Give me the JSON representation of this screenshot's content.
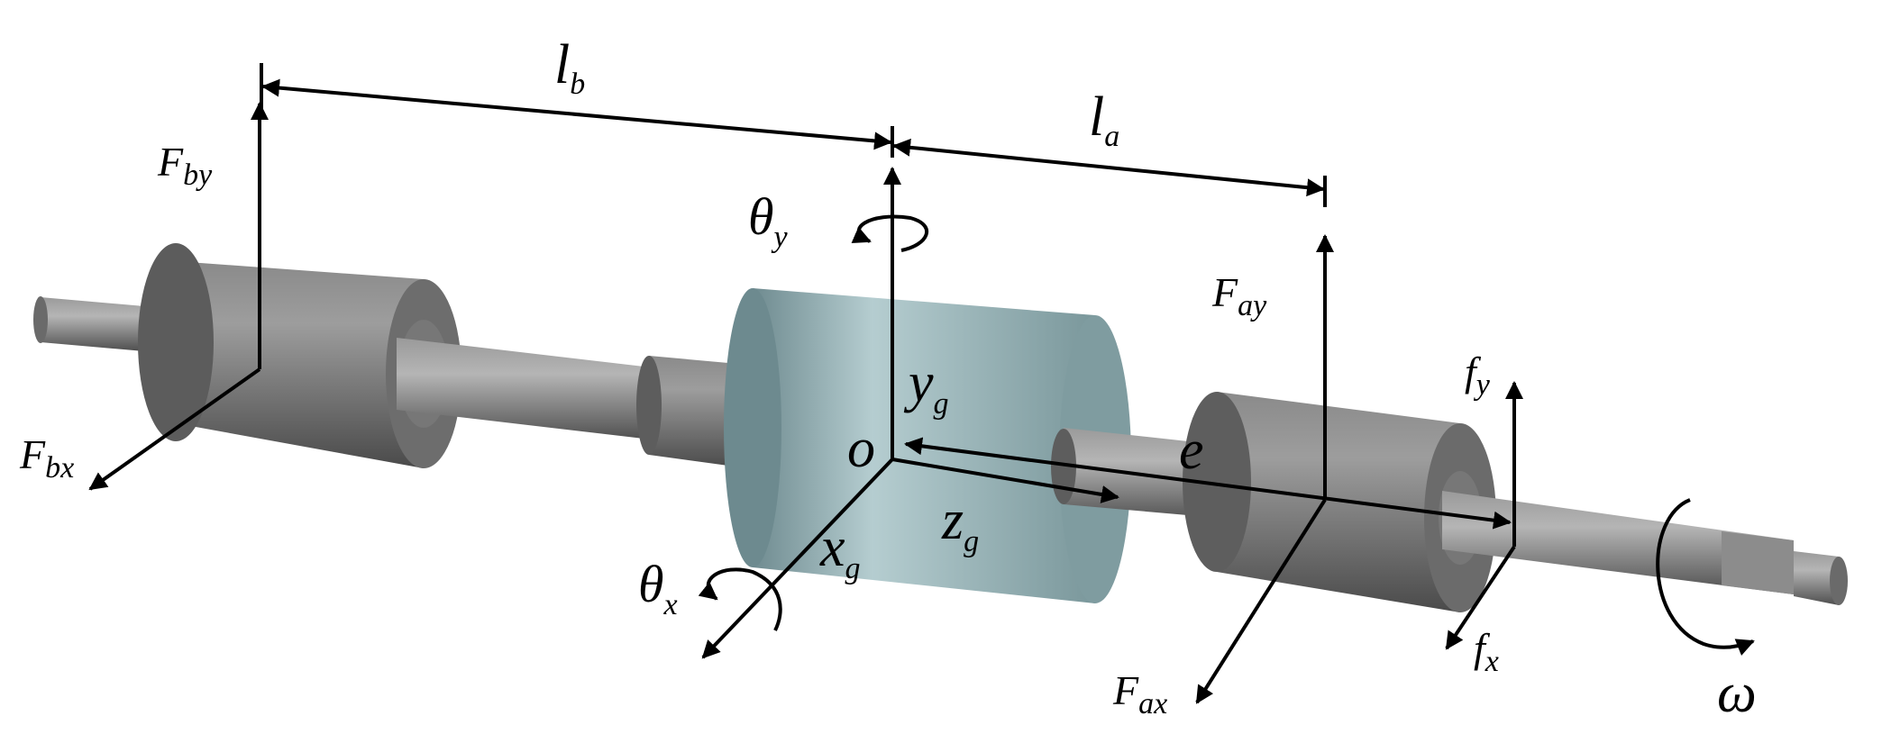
{
  "labels": {
    "lb": {
      "main": "l",
      "sub": "b"
    },
    "la": {
      "main": "l",
      "sub": "a"
    },
    "Fby": {
      "main": "F",
      "sub": "by"
    },
    "Fbx": {
      "main": "F",
      "sub": "bx"
    },
    "theta_y": {
      "main": "θ",
      "sub": "y"
    },
    "theta_x": {
      "main": "θ",
      "sub": "x"
    },
    "Fay": {
      "main": "F",
      "sub": "ay"
    },
    "Fax": {
      "main": "F",
      "sub": "ax"
    },
    "yg": {
      "main": "y",
      "sub": "g"
    },
    "zg": {
      "main": "z",
      "sub": "g"
    },
    "xg": {
      "main": "x",
      "sub": "g"
    },
    "o": "o",
    "e": "e",
    "fy": {
      "main": "f",
      "sub": "y"
    },
    "fx": {
      "main": "f",
      "sub": "x"
    },
    "omega": "ω"
  },
  "colors": {
    "shaft": "#7a7a7a",
    "bearing": "#6f6f6f",
    "disk": "#8fa9ad",
    "lines": "#000000"
  }
}
